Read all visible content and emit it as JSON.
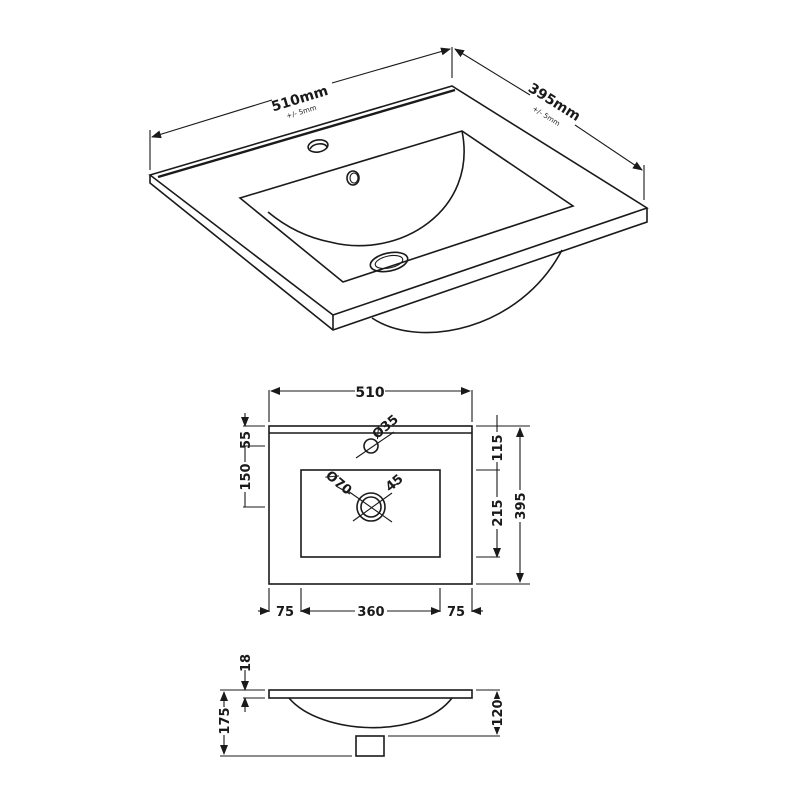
{
  "drawing": {
    "title": "Basin technical drawing",
    "colors": {
      "line": "#1a1a1a",
      "background": "#ffffff"
    },
    "isometric_view": {
      "width_label": "510mm",
      "width_tolerance": "+/- 5mm",
      "depth_label": "395mm",
      "depth_tolerance": "+/- 5mm"
    },
    "plan_view": {
      "overall_width": "510",
      "overall_depth": "395",
      "tap_hole_diameter": "Ø35",
      "waste_diameter": "Ø70",
      "waste_inner": "45",
      "left_dims": {
        "top_to_tap": "55",
        "tap_to_waste": "150"
      },
      "right_dims": {
        "top_to_bowl": "115",
        "bowl_depth": "215"
      },
      "bottom_dims": {
        "left_margin": "75",
        "bowl_width": "360",
        "right_margin": "75"
      }
    },
    "side_view": {
      "top_thickness": "18",
      "overall_height": "175",
      "bowl_height": "120"
    }
  }
}
